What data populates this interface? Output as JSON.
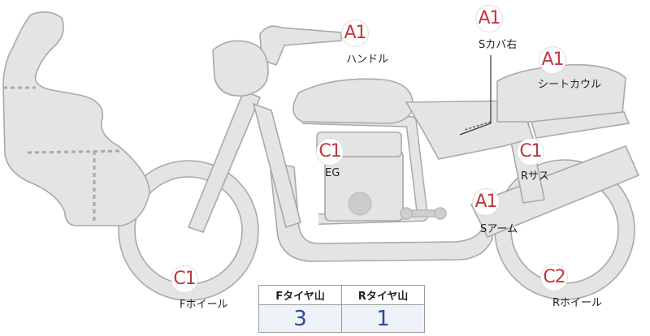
{
  "parts": [
    {
      "id": "handle",
      "grade": "A1",
      "label": "ハンドル"
    },
    {
      "id": "side-cover-right",
      "grade": "A1",
      "label": "Sカバ右"
    },
    {
      "id": "seat-cowl",
      "grade": "A1",
      "label": "シートカウル"
    },
    {
      "id": "engine",
      "grade": "C1",
      "label": "EG"
    },
    {
      "id": "rear-suspension",
      "grade": "C1",
      "label": "Rサス"
    },
    {
      "id": "swing-arm",
      "grade": "A1",
      "label": "Sアーム"
    },
    {
      "id": "front-wheel",
      "grade": "C1",
      "label": "Fホイール"
    },
    {
      "id": "rear-wheel",
      "grade": "C2",
      "label": "Rホイール"
    }
  ],
  "tire_tread": {
    "headers": [
      "Fタイヤ山",
      "Rタイヤ山"
    ],
    "values": [
      "3",
      "1"
    ]
  },
  "colors": {
    "grade_text": "#c0383f",
    "tread_value": "#2b4b97",
    "part_fill": "#e4e4e4",
    "part_outline": "#a9a9a9"
  }
}
